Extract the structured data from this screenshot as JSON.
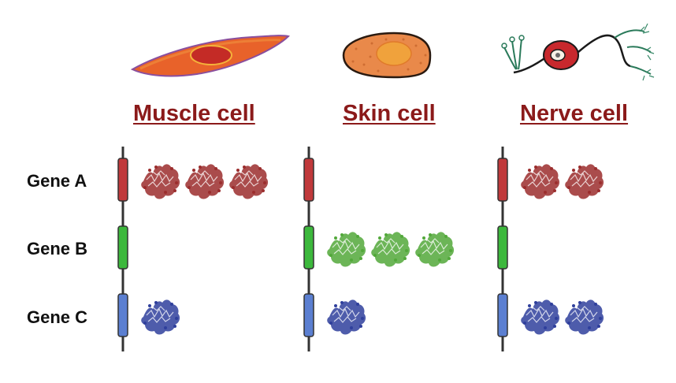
{
  "cells": [
    {
      "id": "muscle",
      "title": "Muscle cell",
      "icon": "muscle-cell-icon",
      "expression": {
        "gene_a": 3,
        "gene_b": 0,
        "gene_c": 1
      }
    },
    {
      "id": "skin",
      "title": "Skin cell",
      "icon": "skin-cell-icon",
      "expression": {
        "gene_a": 0,
        "gene_b": 3,
        "gene_c": 1
      }
    },
    {
      "id": "nerve",
      "title": "Nerve cell",
      "icon": "nerve-cell-icon",
      "expression": {
        "gene_a": 2,
        "gene_b": 0,
        "gene_c": 2
      }
    }
  ],
  "genes": [
    {
      "id": "gene_a",
      "label": "Gene A",
      "color": "#c0393b",
      "protein_color": "#9b2d2d"
    },
    {
      "id": "gene_b",
      "label": "Gene B",
      "color": "#3cb83c",
      "protein_color": "#52a83a"
    },
    {
      "id": "gene_c",
      "label": "Gene C",
      "color": "#5b7fd1",
      "protein_color": "#2f3f9c"
    }
  ]
}
